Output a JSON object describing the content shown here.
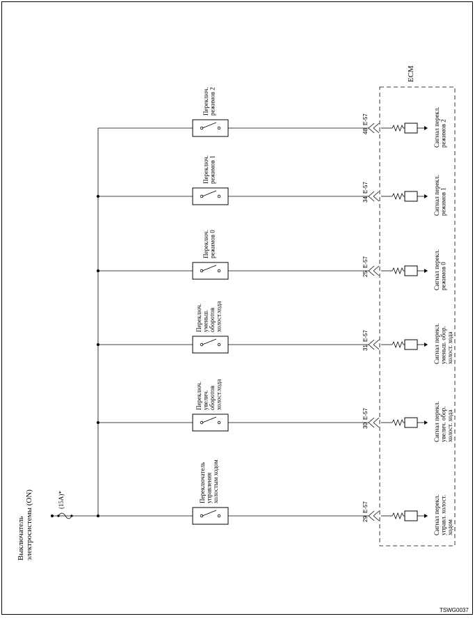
{
  "source": {
    "label_line1": "Выключатель",
    "label_line2": "электросистемы (ON)",
    "fuse": "(15A)*"
  },
  "ecm": {
    "label": "ECM"
  },
  "connector": "E-57",
  "circuits": [
    {
      "id": "mode2",
      "switch_lines": [
        "Переключ.",
        "режимов 2"
      ],
      "pin": "48",
      "signal_lines": [
        "Сигнал перекл.",
        "режимов 2"
      ]
    },
    {
      "id": "mode1",
      "switch_lines": [
        "Переключ.",
        "режимов 1"
      ],
      "pin": "34",
      "signal_lines": [
        "Сигнал перекл.",
        "режимов 1"
      ]
    },
    {
      "id": "mode0",
      "switch_lines": [
        "Переключ.",
        "режимов 0"
      ],
      "pin": "25",
      "signal_lines": [
        "Сигнал перекл.",
        "режимов 0"
      ]
    },
    {
      "id": "idle-down",
      "switch_lines": [
        "Переключ.",
        "уменьш.",
        "оборотов",
        "холост.хода"
      ],
      "pin": "31",
      "signal_lines": [
        "Сигнал перекл.",
        "уменьш. обор.",
        "холост. хода"
      ]
    },
    {
      "id": "idle-up",
      "switch_lines": [
        "Переключ.",
        "увелич.",
        "оборотов",
        "холост.хода"
      ],
      "pin": "30",
      "signal_lines": [
        "Сигнал перекл.",
        "увелич. обор.",
        "холост. хода"
      ]
    },
    {
      "id": "idle-control",
      "switch_lines": [
        "Переключатель",
        "управления",
        "холостым ходом"
      ],
      "pin": "29",
      "signal_lines": [
        "Сигнал перекл.",
        "управл. холост.",
        "ходом"
      ]
    }
  ],
  "figure_code": "TSWG0037"
}
